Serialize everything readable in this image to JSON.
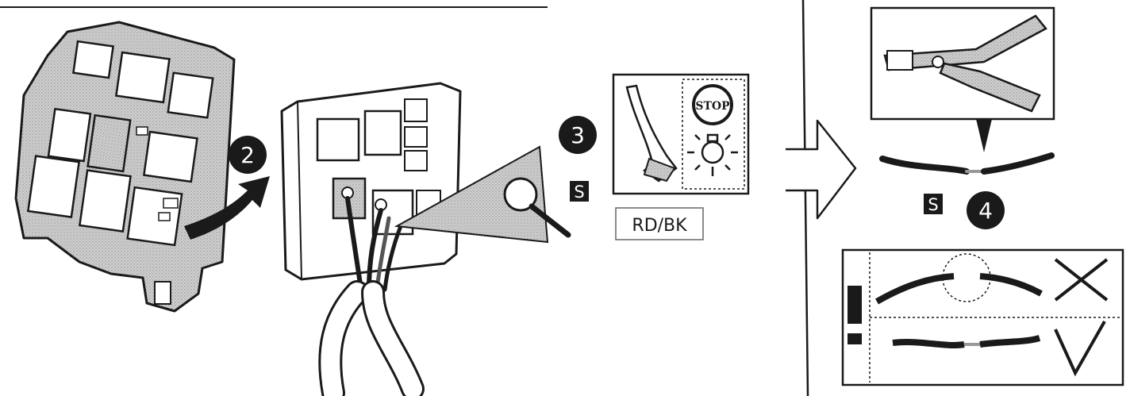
{
  "steps": {
    "step2": {
      "number": "2"
    },
    "step3": {
      "number": "3",
      "tag": "S",
      "wire_color": "RD/BK",
      "stop_sign": "STOP"
    },
    "step4": {
      "number": "4",
      "tag": "S"
    }
  },
  "icons": {
    "relay_board": "relay-fuse-board-icon",
    "arrow_curved": "curved-arrow-icon",
    "connector": "relay-connector-with-wires-icon",
    "magnifier": "magnifying-glass-icon",
    "brake_pedal": "brake-pedal-icon",
    "brake_light": "brake-light-icon",
    "big_arrow": "right-arrow-icon",
    "stripper": "wire-stripper-icon",
    "warning": "exclamation-icon",
    "wrong": "cross-mark-icon",
    "right": "check-mark-icon"
  },
  "colors": {
    "ink": "#1a1a1a",
    "shade": "#b9b9b9",
    "paper": "#ffffff"
  }
}
